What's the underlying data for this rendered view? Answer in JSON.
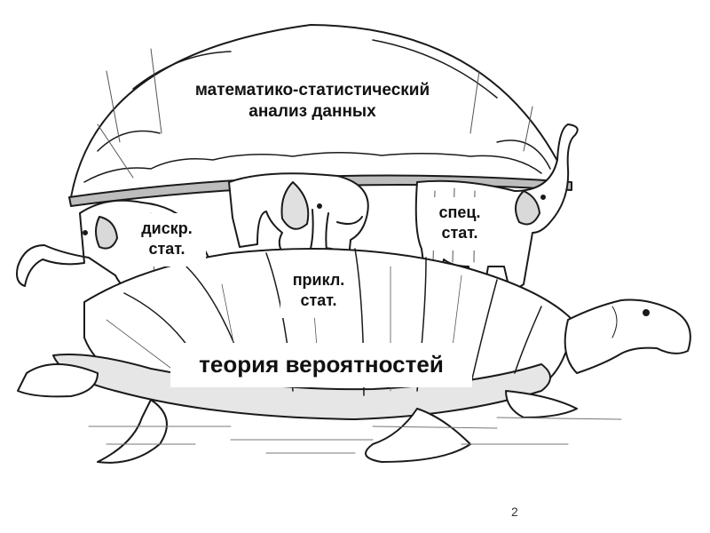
{
  "illustration": {
    "subject": "turtle carrying three elephants that support a dome",
    "ink_color": "#1a1a1a",
    "paper_color": "#ffffff"
  },
  "labels": {
    "dome": {
      "line1": "математико-статистический",
      "line2": "анализ данных"
    },
    "discrete": {
      "line1": "дискр.",
      "line2": "стат."
    },
    "applied": {
      "line1": "прикл.",
      "line2": "стат."
    },
    "special": {
      "line1": "спец.",
      "line2": "стат."
    },
    "foundation": "теория вероятностей"
  },
  "page_number": "2"
}
